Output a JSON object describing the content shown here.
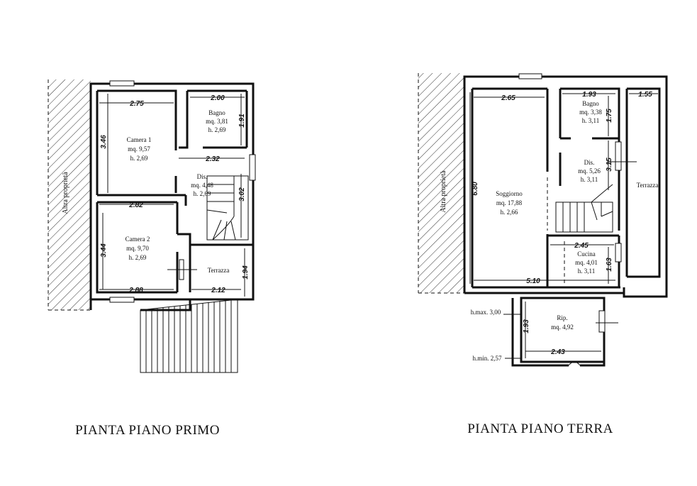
{
  "plans": {
    "first": {
      "title": "PIANTA PIANO PRIMO",
      "side_label": "Altra proprietà",
      "rooms": {
        "camera1": {
          "name": "Camera 1",
          "area": "mq. 9,57",
          "height": "h. 2,69"
        },
        "bagno": {
          "name": "Bagno",
          "area": "mq. 3,81",
          "height": "h. 2,69"
        },
        "dis": {
          "name": "Dis.",
          "area": "mq. 4,48",
          "height": "h. 2,69"
        },
        "camera2": {
          "name": "Camera 2",
          "area": "mq. 9,70",
          "height": "h. 2,69"
        },
        "terrazza": {
          "name": "Terrazza"
        }
      },
      "dims": {
        "d275": "2.75",
        "d200": "2.00",
        "d346": "3.46",
        "d191": "1.91",
        "d232": "2.32",
        "d302": "3.02",
        "d282": "2.82",
        "d344": "3.44",
        "d288": "2.88",
        "d212": "2.12",
        "d194": "1.94"
      }
    },
    "ground": {
      "title": "PIANTA PIANO TERRA",
      "side_label": "Altra proprietà",
      "rooms": {
        "soggiorno": {
          "name": "Soggiorno",
          "area": "mq. 17,88",
          "height": "h. 2,66"
        },
        "bagno": {
          "name": "Bagno",
          "area": "mq. 3,38",
          "height": "h. 3,11"
        },
        "dis": {
          "name": "Dis.",
          "area": "mq. 5,26",
          "height": "h. 3,11"
        },
        "terrazza": {
          "name": "Terrazza"
        },
        "cucina": {
          "name": "Cucina",
          "area": "mq. 4,01",
          "height": "h. 3,11"
        },
        "rip": {
          "name": "Rip.",
          "area": "mq. 4,92"
        }
      },
      "dims": {
        "d265": "2.65",
        "d193": "1.93",
        "d155": "1.55",
        "d175": "1.75",
        "d680": "6.80",
        "d315": "3.15",
        "d245": "2.45",
        "d163": "1.63",
        "d510": "5.10",
        "d193b": "1.93",
        "d243": "2.43"
      },
      "notes": {
        "hmax": "h.max. 3,00",
        "hmin": "h.min. 2,57"
      }
    }
  }
}
